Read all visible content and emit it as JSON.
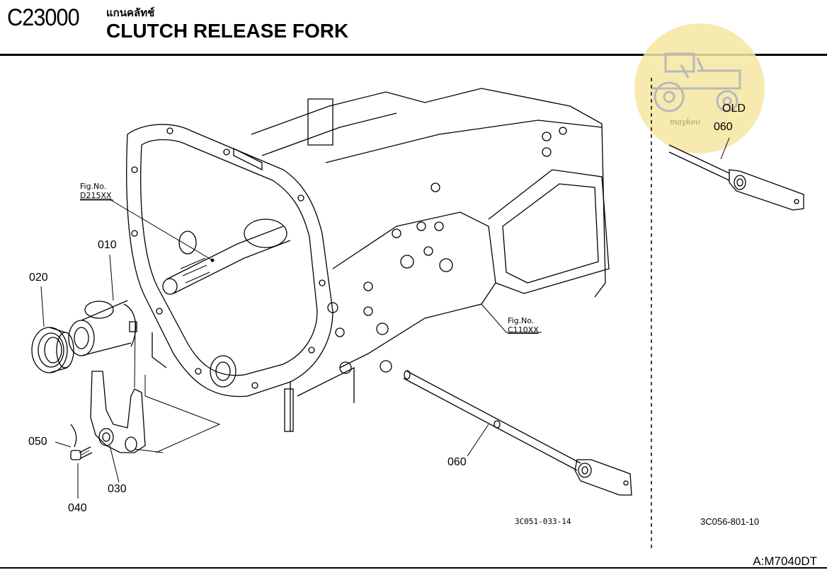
{
  "header": {
    "code": "C23000",
    "title_thai": "แกนคลัทช์",
    "title": "CLUTCH RELEASE FORK"
  },
  "callouts": {
    "p010": "010",
    "p020": "020",
    "p030": "030",
    "p040": "040",
    "p050": "050",
    "p060": "060",
    "p060_old": "060",
    "old": "OLD"
  },
  "figure_refs": [
    {
      "label": "Fig.No.",
      "ref": "D215XX"
    },
    {
      "label": "Fig.No.",
      "ref": "C110XX"
    }
  ],
  "drawing_numbers": {
    "main": "3C051-033-14",
    "inset": "3C056-801-10"
  },
  "watermark": {
    "text": "maykeo",
    "icon": "tractor-icon",
    "color": "#f5e6a0"
  },
  "footer": {
    "model": "A:M7040DT"
  }
}
